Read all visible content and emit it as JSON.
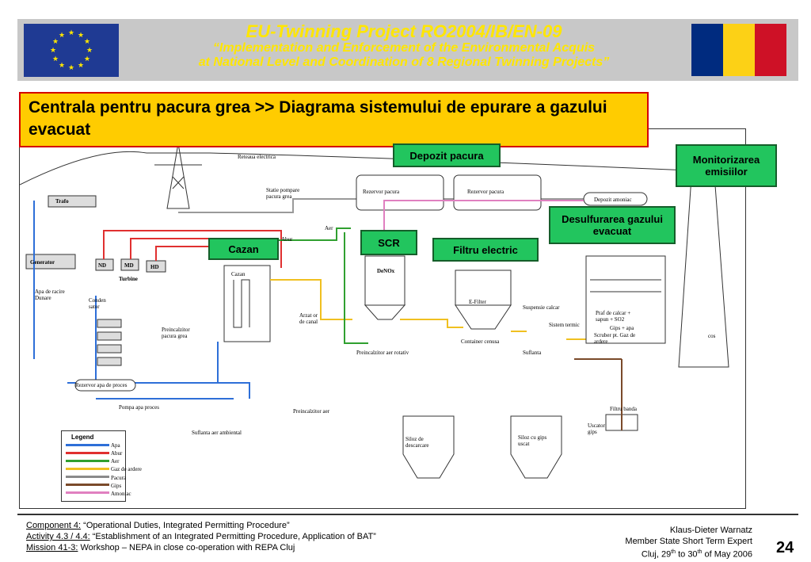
{
  "header": {
    "line1": "EU-Twinning  Project  RO2004/IB/EN-09",
    "line2": "“Implementation and Enforcement of the Environmental Acquis",
    "line3": "at National Level and Coordination of 8 Regional Twinning Projects”"
  },
  "flags": {
    "eu_color": "#1f3a93",
    "eu_star_color": "#ffe600",
    "ro_colors": [
      "#002b7f",
      "#fcd116",
      "#ce1126"
    ]
  },
  "title": "Centrala pentru pacura grea >>  Diagrama sistemului de epurare a gazului evacuat",
  "callouts": {
    "depozit": "Depozit pacura",
    "monitorizarea": "Monitorizarea emisiilor",
    "desulfurarea": "Desulfurarea gazului evacuat",
    "cazan": "Cazan",
    "scr": "SCR",
    "filtru": "Filtru electric"
  },
  "labels": {
    "reteaua": "Reteaua electrica",
    "trafo": "Trafo",
    "statie": "Statie pompare pacura grea",
    "rezervor1": "Rezervor pacura",
    "rezervor2": "Rezervor pacura",
    "depozit_amoniac": "Depozit amoniac",
    "generator": "Generator",
    "nd": "ND",
    "md": "MD",
    "hd": "HD",
    "turbine": "Turbine",
    "apa_racire": "Apa de racire Dunare",
    "condensator": "Conden sator",
    "preincalzitor_pacura": "Preincalzitor pacura grea",
    "cazan_inner": "Cazan",
    "arzator": "Arzat or de canal",
    "aer": "Aer",
    "abur": "Abur",
    "denox": "DeNOx",
    "efilter": "E-Filter",
    "suspensie": "Suspensie calcar",
    "praf": "Praf de calcar + sapun + SO2",
    "gips_apa": "Gips + apa",
    "sistem_termic": "Sistem termic",
    "scruber": "Scruber pt. Gaz de ardere",
    "cos": "cos",
    "container_cenusa": "Container cenusa",
    "suflanta": "Suflanta",
    "preinc_aer_rotativ": "Preincalzitor aer rotativ",
    "rezervor_apa": "Rezervor apa de proces",
    "pompa_apa": "Pompa apa proces",
    "preinc_aer": "Preincalzitor aer",
    "suflanta_aer": "Suflanta aer ambiental",
    "siloz_descarcare": "Siloz de descarcare",
    "siloz_gips": "Siloz cu gips uscat",
    "filtru_banda": "Filtru banda",
    "uscator_gips": "Uscator gips"
  },
  "legend": {
    "title": "Legend",
    "items": [
      {
        "label": "Apa",
        "color": "#2e6fd8"
      },
      {
        "label": "Abur",
        "color": "#e03030"
      },
      {
        "label": "Aer",
        "color": "#30a030"
      },
      {
        "label": "Gaz de ardere",
        "color": "#f0c020"
      },
      {
        "label": "Pacura",
        "color": "#8a8a8a"
      },
      {
        "label": "Gips",
        "color": "#7a4a2a"
      },
      {
        "label": "Amoniac",
        "color": "#e080c0"
      }
    ]
  },
  "footer": {
    "left": [
      {
        "u": "Component 4:",
        "t": " “Operational Duties, Integrated Permitting Procedure”"
      },
      {
        "u": "Activity 4.3 / 4.4:",
        "t": " “Establishment of an Integrated Permitting Procedure, Application of BAT”"
      },
      {
        "u": "Mission 41-3:",
        "t": " Workshop – NEPA in close co-operation with REPA Cluj"
      }
    ],
    "right1": "Klaus-Dieter Warnatz",
    "right2": "Member State Short Term Expert",
    "right3_pre": "Cluj, 29",
    "right3_sup1": "th",
    "right3_mid": " to 30",
    "right3_sup2": "th",
    "right3_post": " of May 2006",
    "page": "24"
  }
}
